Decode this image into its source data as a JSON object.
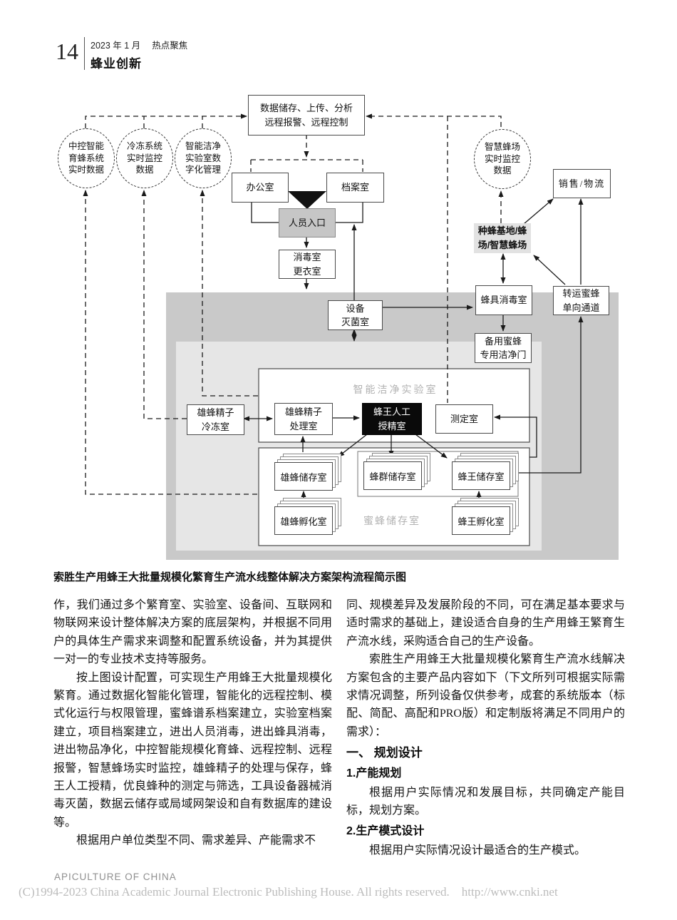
{
  "page": {
    "page_number": "14",
    "issue_date": "2023 年 1 月",
    "section_label": "热点聚焦",
    "journal_name": "蜂业创新",
    "footer_journal": "APICULTURE OF CHINA",
    "copyright": "(C)1994-2023 China Academic Journal Electronic Publishing House. All rights reserved.    http://www.cnki.net"
  },
  "diagram": {
    "caption": "索胜生产用蜂王大批量规模化繁育生产流水线整体解决方案架构流程简示图",
    "nodes": {
      "data_center": "数据储存、上传、分析\n远程报警、远程控制",
      "circle_breeding": "中控智能\n育蜂系统\n实时数据",
      "circle_freezing": "冷冻系统\n实时监控\n数据",
      "circle_lab": "智能洁净\n实验室数\n字化管理",
      "circle_smart_apiary": "智慧蜂场\n实时监控\n数据",
      "office": "办公室",
      "archive": "档案室",
      "staff_entrance": "人员入口",
      "disinfect_changing": "消毒室\n更衣室",
      "equipment_sterilize": "设备\n灭菌室",
      "sales_logistics": "销售/物流",
      "breeding_base": "种蜂基地/蜂\n场/智慧蜂场",
      "hive_disinfect": "蜂具消毒室",
      "transfer_channel": "转运蜜蜂\n单向通道",
      "backup_bee_door": "备用蜜蜂\n专用洁净门",
      "clean_lab_label": "智能洁净实验室",
      "sperm_freezing": "雄蜂精子\n冷冻室",
      "sperm_processing": "雄蜂精子\n处理室",
      "insemination": "蜂王人工\n授精室",
      "testing_room": "测定室",
      "drone_storage": "雄蜂储存室",
      "colony_storage": "蜂群储存室",
      "queen_storage": "蜂王储存室",
      "drone_hatching": "雄蜂孵化室",
      "queen_hatching": "蜂王孵化室",
      "bee_storage_label": "蜜蜂储存室"
    }
  },
  "article": {
    "left_p1": "作，我们通过多个繁育室、实验室、设备间、互联网和物联网来设计整体解决方案的底层架构，并根据不同用户的具体生产需求来调整和配置系统设备，并为其提供一对一的专业技术支持等服务。",
    "left_p2": "按上图设计配置，可实现生产用蜂王大批量规模化繁育。通过数据化智能化管理，智能化的远程控制、模式化运行与权限管理，蜜蜂谱系档案建立，实验室档案建立，项目档案建立，进出人员消毒，进出蜂具消毒，进出物品净化，中控智能规模化育蜂、远程控制、远程报警，智慧蜂场实时监控，雄蜂精子的处理与保存，蜂王人工授精，优良蜂种的测定与筛选，工具设备器械消毒灭菌，数据云储存或局域网架设和自有数据库的建设等。",
    "left_p3": "根据用户单位类型不同、需求差异、产能需求不",
    "right_p1": "同、规模差异及发展阶段的不同，可在满足基本要求与适时需求的基础上，建设适合自身的生产用蜂王繁育生产流水线，采购适合自己的生产设备。",
    "right_p2": "索胜生产用蜂王大批量规模化繁育生产流水线解决方案包含的主要产品内容如下（下文所列可根据实际需求情况调整，所列设备仅供参考，成套的系统版本（标配、简配、高配和PRO版）和定制版将满足不同用户的需求）：",
    "heading1": "一、 规划设计",
    "heading2": "1.产能规划",
    "right_p3": "根据用户实际情况和发展目标，共同确定产能目标，规划方案。",
    "heading3": "2.生产模式设计",
    "right_p4": "根据用户实际情况设计最适合的生产模式。"
  }
}
